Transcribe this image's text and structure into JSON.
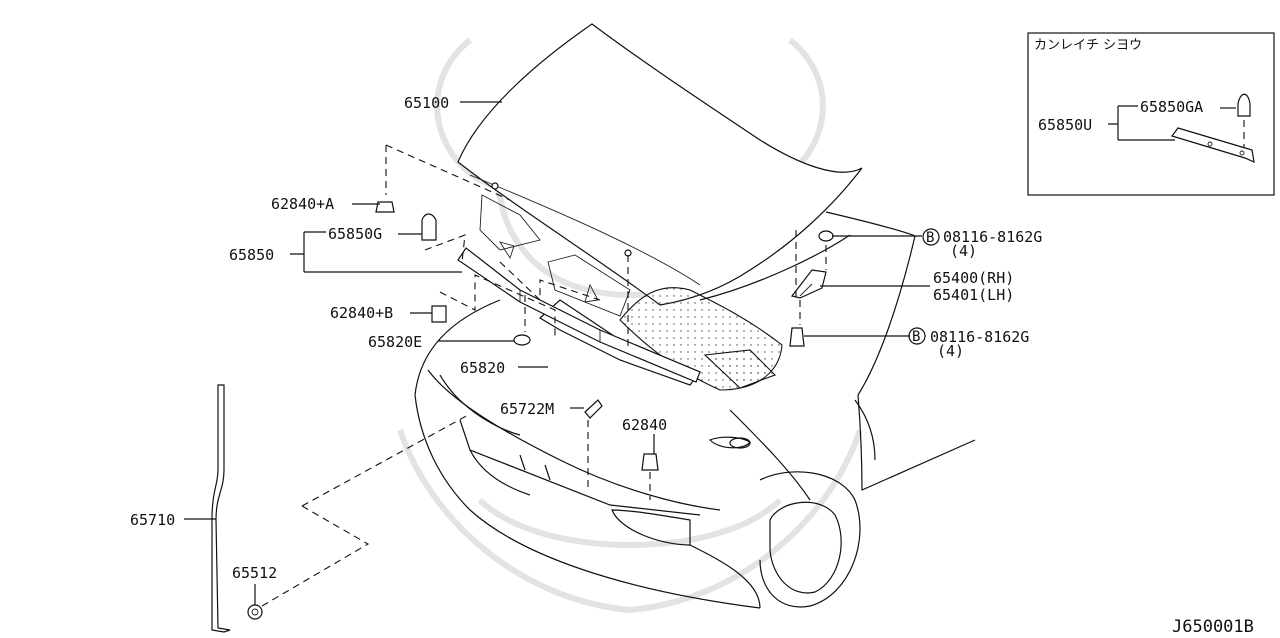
{
  "diagram_code": "J650001B",
  "inset": {
    "title": "カンレイチ シヨウ",
    "labels": [
      "65850U",
      "65850GA"
    ]
  },
  "callouts": {
    "hood": "65100",
    "clip_a": "62840+A",
    "seal_assy": "65850",
    "seal_clip": "65850G",
    "clip_b": "62840+B",
    "stay_clip_e": "65820E",
    "insulator": "65820",
    "clamp": "65722M",
    "bumper_rubber": "62840",
    "rod": "65710",
    "grommet": "65512",
    "bolt_top": "08116-8162G",
    "bolt_top_qty": "(4)",
    "bolt_bottom": "08116-8162G",
    "bolt_bottom_qty": "(4)",
    "hinge_rh": "65400(RH)",
    "hinge_lh": "65401(LH)",
    "bolt_marker": "B"
  }
}
